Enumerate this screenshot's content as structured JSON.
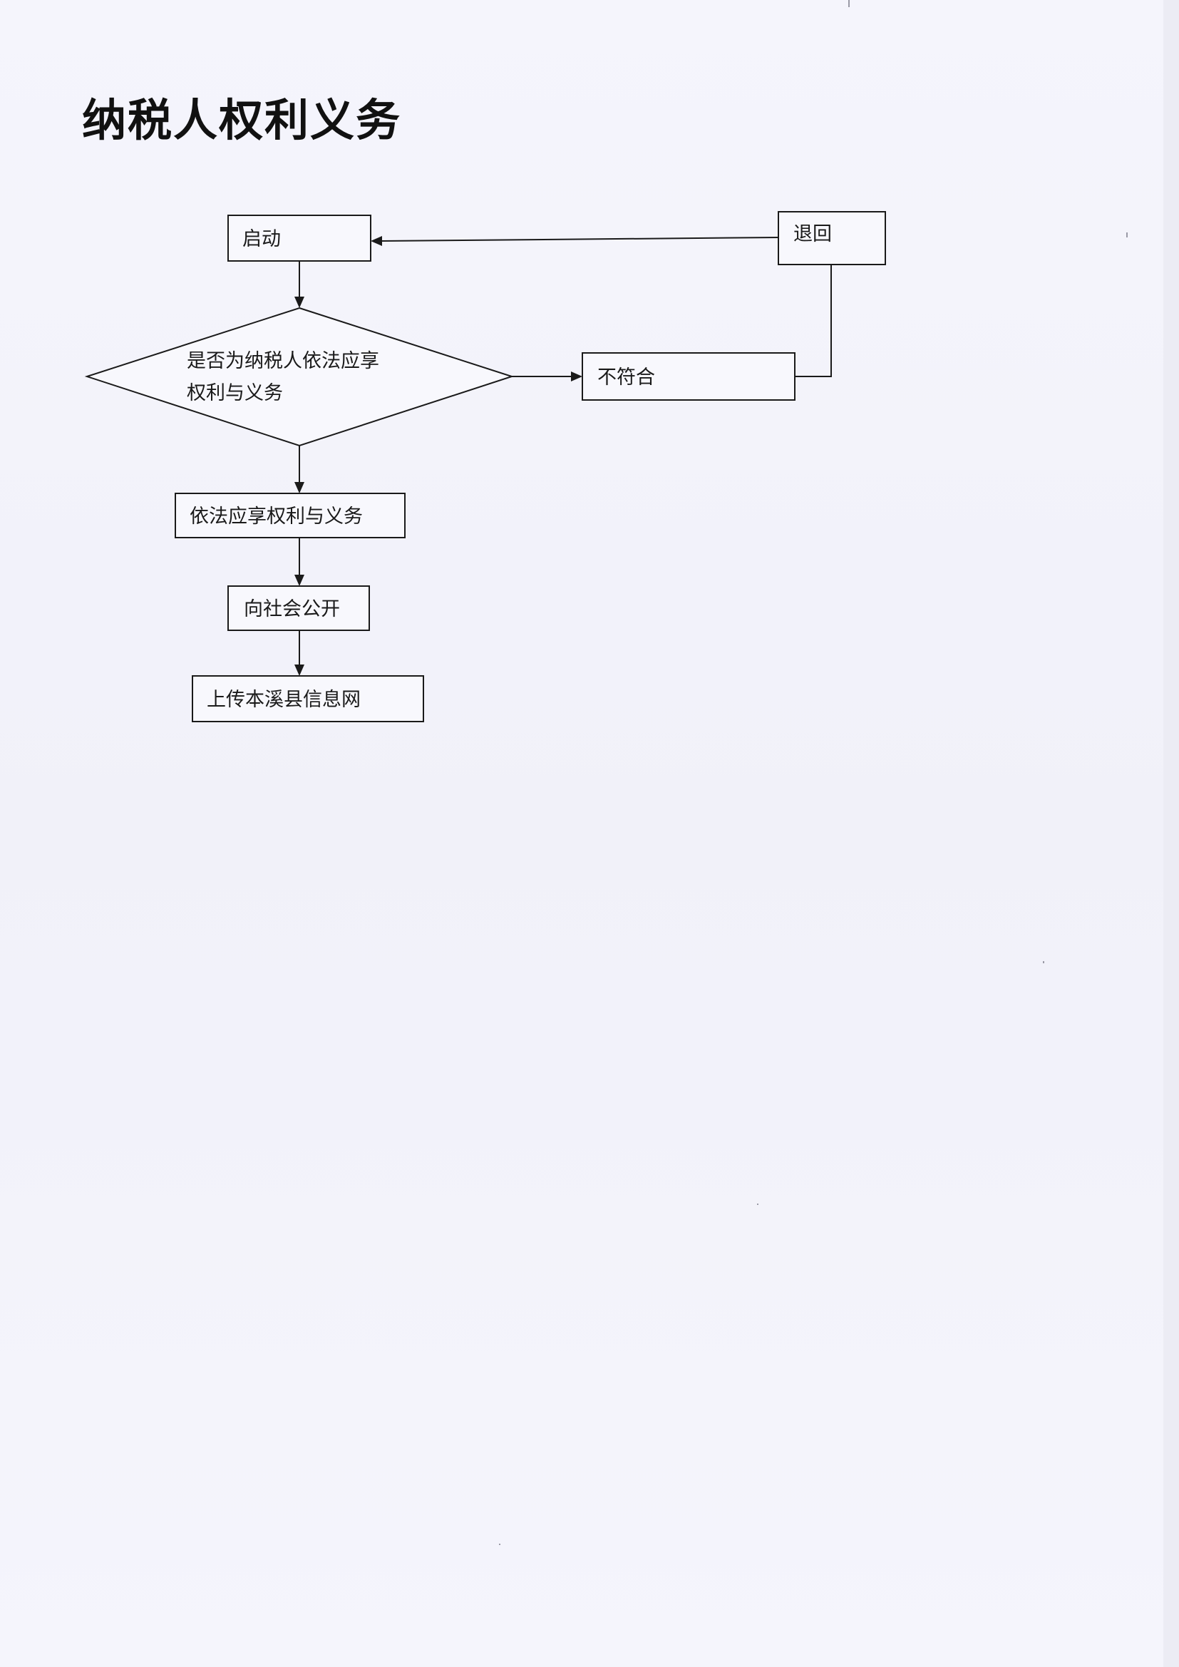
{
  "document": {
    "title": "纳税人权利义务"
  },
  "flowchart": {
    "start": "启动",
    "return": "退回",
    "decision_line1": "是否为纳税人依法应享",
    "decision_line2": "权利与义务",
    "not_match": "不符合",
    "enjoy": "依法应享权利与义务",
    "publish": "向社会公开",
    "upload": "上传本溪县信息网"
  }
}
